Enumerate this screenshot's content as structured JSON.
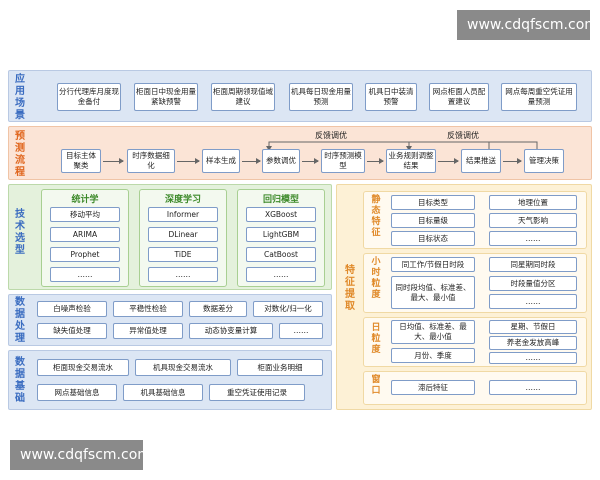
{
  "watermark": "www.cdqfscm.com",
  "scenes": {
    "label": "应用场景",
    "items": [
      "分行代理库月度现金备付",
      "柜面日中现金用量紧缺预警",
      "柜面周期领现值域建议",
      "机具每日现金用量预测",
      "机具日中装清预警",
      "网点柜面人员配置建议",
      "网点每周重空凭证用量预测"
    ]
  },
  "process": {
    "label": "预测流程",
    "steps": [
      "目标主体聚类",
      "时序数据细化",
      "样本生成",
      "参数调优",
      "时序预测模型",
      "业务规则调整结果",
      "结果推送",
      "管理决策"
    ],
    "feedback": [
      "反馈调优",
      "反馈调优"
    ]
  },
  "tech": {
    "label": "技术选型",
    "groups": [
      {
        "title": "统计学",
        "items": [
          "移动平均",
          "ARIMA",
          "Prophet",
          "……"
        ]
      },
      {
        "title": "深度学习",
        "items": [
          "Informer",
          "DLinear",
          "TiDE",
          "……"
        ]
      },
      {
        "title": "回归模型",
        "items": [
          "XGBoost",
          "LightGBM",
          "CatBoost",
          "……"
        ]
      }
    ]
  },
  "processing": {
    "label": "数据处理",
    "row1": [
      "白噪声检验",
      "平稳性检验",
      "数据差分",
      "对数化/归一化"
    ],
    "row2": [
      "缺失值处理",
      "异常值处理",
      "动态协变量计算",
      "……"
    ]
  },
  "base": {
    "label": "数据基础",
    "row1": [
      "柜面现金交易流水",
      "机具现金交易流水",
      "柜面业务明细"
    ],
    "row2": [
      "网点基础信息",
      "机具基础信息",
      "重空凭证使用记录"
    ]
  },
  "features": {
    "label": "特征提取",
    "static": {
      "label": "静态特征",
      "items": [
        "目标类型",
        "地理位置",
        "目标量级",
        "天气影响",
        "目标状态",
        "……"
      ]
    },
    "hourly": {
      "label": "小时粒度",
      "items": [
        "同工作/节假日时段",
        "同星期同时段",
        "同时段均值、标准差、最大、最小值",
        "时段量值分区",
        "……"
      ]
    },
    "daily": {
      "label": "日粒度",
      "items": [
        "日均值、标准差、最大、最小值",
        "星期、节假日",
        "养老金发放高峰",
        "月份、季度",
        "……"
      ]
    },
    "window": {
      "label": "窗口",
      "items": [
        "滞后特征",
        "……"
      ]
    }
  },
  "colors": {
    "scenes_bg": "#dce6f4",
    "process_bg": "#fbe4d6",
    "tech_bg": "#e4f1dc",
    "data_bg": "#dce6f4",
    "feature_bg": "#fdf1d6"
  }
}
